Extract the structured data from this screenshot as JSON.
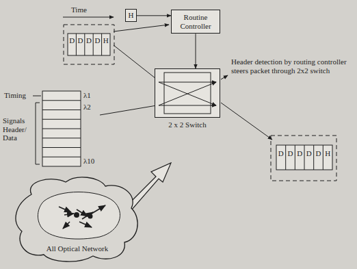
{
  "diagram": {
    "nodes": [
      {
        "text": [
          "Routine Controller"
        ]
      },
      {
        "text": [
          "H"
        ]
      },
      {
        "text": [
          "2 x 2 Switch"
        ]
      },
      {
        "text": [
          "All Optical Network"
        ]
      }
    ],
    "edges": [
      {
        "from": 1,
        "to": 0,
        "arrow": "to"
      },
      {
        "from": 0,
        "to": 2,
        "arrow": "to"
      }
    ],
    "labels": [
      "Time",
      "D",
      "D",
      "D",
      "D",
      "H",
      "Header detection by routing controller steers packet through 2x2 switch",
      "Timing",
      "Signals Header/ Data",
      "λ1",
      "λ2",
      "λ10",
      "D",
      "D",
      "D",
      "D",
      "D",
      "H"
    ]
  }
}
